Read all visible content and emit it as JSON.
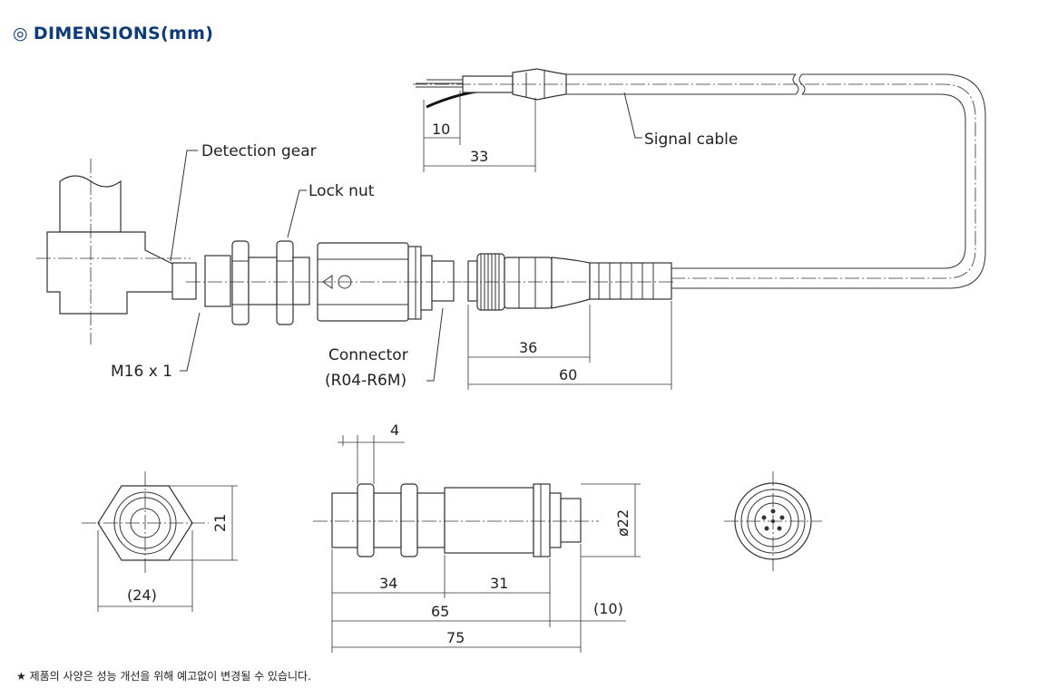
{
  "header": {
    "bullet": "◎",
    "title": "DIMENSIONS(mm)"
  },
  "labels": {
    "signal_cable": "Signal cable",
    "detection_gear": "Detection gear",
    "lock_nut": "Lock nut",
    "thread": "M16 x 1",
    "connector_line1": "Connector",
    "connector_line2": "(R04-R6M)"
  },
  "dimensions": {
    "wire_strip": "10",
    "wire_sheath": "33",
    "connector_len": "36",
    "plug_len": "60",
    "hex_height": "21",
    "hex_across": "(24)",
    "nut_width": "4",
    "diameter": "ø22",
    "thread_len": "34",
    "body_len": "31",
    "sensor_len": "65",
    "pin_len": "(10)",
    "total_len": "75"
  },
  "footnote": "★ 제품의 사양은 성능 개선을 위해 예고없이 변경될 수 있습니다."
}
